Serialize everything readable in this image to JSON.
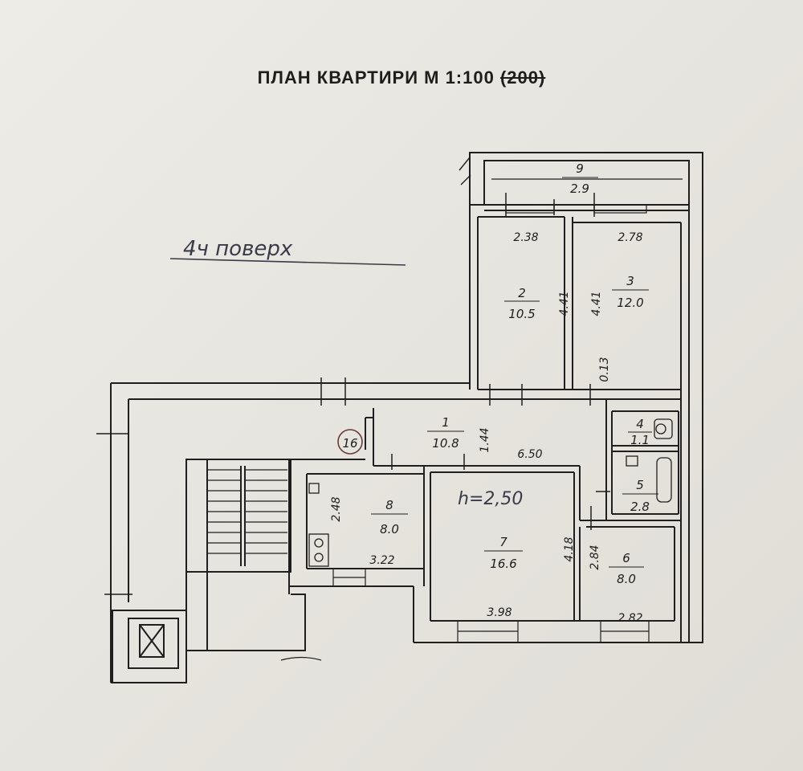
{
  "title": {
    "main": "ПЛАН КВАРТИРИ М 1:100",
    "struck": "(200)"
  },
  "floor_note": "4ч поверх",
  "ceiling_height": "h=2,50",
  "stamp": "16",
  "rooms": [
    {
      "number": "1",
      "area": "10.8"
    },
    {
      "number": "2",
      "area": "10.5"
    },
    {
      "number": "3",
      "area": "12.0"
    },
    {
      "number": "4",
      "area": "1.1"
    },
    {
      "number": "5",
      "area": "2.8"
    },
    {
      "number": "6",
      "area": "8.0"
    },
    {
      "number": "7",
      "area": "16.6"
    },
    {
      "number": "8",
      "area": "8.0"
    },
    {
      "number": "9",
      "area": "2.9"
    }
  ],
  "dimensions": {
    "room2_width": "2.38",
    "room2_length": "4.41",
    "room3_width": "2.78",
    "room3_length": "4.41",
    "room3_wall": "0.13",
    "hall_width": "1.44",
    "hall_length": "6.50",
    "room8_length": "2.48",
    "room8_width": "3.22",
    "room7_depth": "4.18",
    "room7_width": "3.98",
    "room6_length": "2.84",
    "room6_width": "2.82"
  }
}
